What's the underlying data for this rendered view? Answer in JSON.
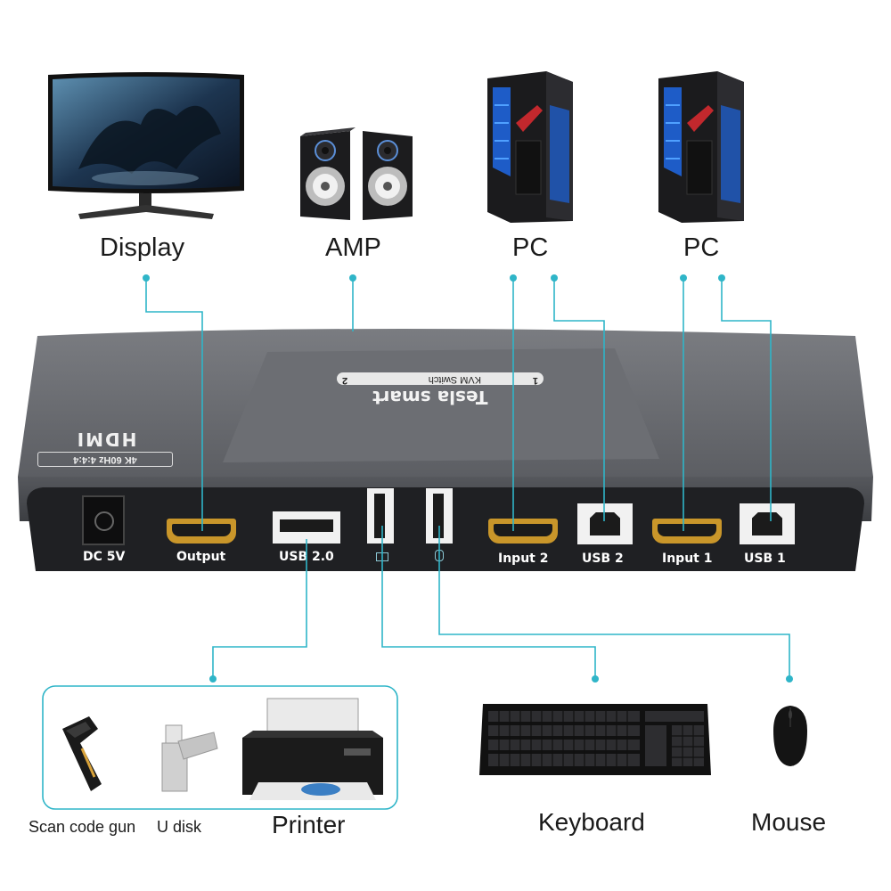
{
  "top_devices": {
    "display_label": "Display",
    "amp_label": "AMP",
    "pc1_label": "PC",
    "pc2_label": "PC"
  },
  "switch": {
    "brand": "Tesla smart",
    "model": "KVM Switch",
    "led1": "1",
    "led2": "2",
    "hdmi_badge": "HDMI",
    "hdmi_spec": "4K 60Hz 4:4:4",
    "ports": {
      "dc": "DC 5V",
      "output": "Output",
      "usb20": "USB 2.0",
      "input2": "Input 2",
      "usb2": "USB 2",
      "input1": "Input 1",
      "usb1": "USB 1"
    }
  },
  "bottom_devices": {
    "scan_label": "Scan code gun",
    "udisk_label": "U disk",
    "printer_label": "Printer",
    "keyboard_label": "Keyboard",
    "mouse_label": "Mouse"
  },
  "colors": {
    "connector_line": "#2fb5c8",
    "switch_body": "#5a5c61",
    "switch_dark": "#1e1f22",
    "hdmi_gold": "#c9962a"
  }
}
